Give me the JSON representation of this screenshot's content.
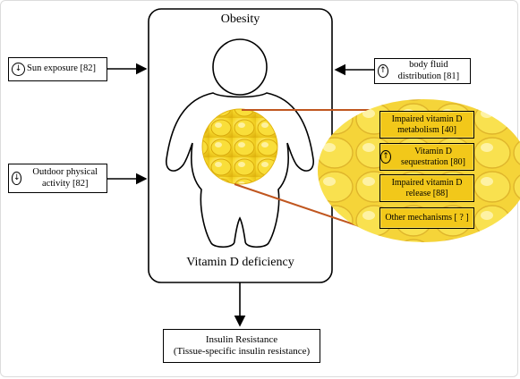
{
  "diagram": {
    "central_title": "Obesity",
    "central_caption": "Vitamin D deficiency",
    "left_factors": [
      {
        "arrow": "↓",
        "text": "Sun exposure [82]"
      },
      {
        "arrow": "↓",
        "text": "Outdoor physical activity [82]"
      }
    ],
    "right_factor": {
      "arrow": "↑",
      "text": "body fluid distribution [81]"
    },
    "mechanisms": [
      {
        "text": "Impaired vitamin D metabolism [40]"
      },
      {
        "arrow": "↑",
        "text": "Vitamin D sequestration [80]"
      },
      {
        "text": "Impaired vitamin D release [88]"
      },
      {
        "text": "Other mechanisms [ ? ]"
      }
    ],
    "outcome": {
      "line1": "Insulin Resistance",
      "line2": "(Tissue-specific insulin resistance)"
    }
  },
  "colors": {
    "fat_yellow": "#f5d21f",
    "fat_highlight": "#fff2a0",
    "connector": "#c0561f"
  }
}
